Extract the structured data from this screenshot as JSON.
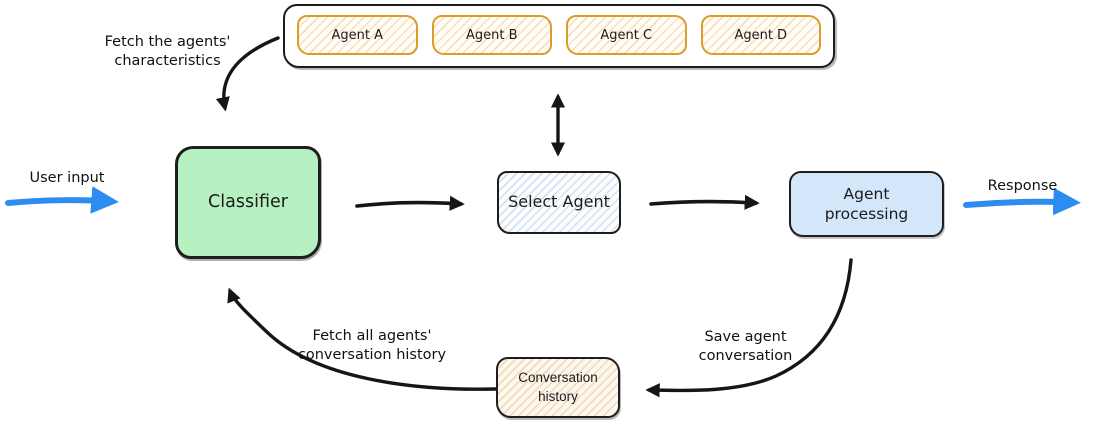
{
  "diagram": {
    "title_hint": "multi-agent orchestration flow",
    "agents_panel": {
      "items": [
        "Agent A",
        "Agent B",
        "Agent C",
        "Agent D"
      ],
      "border_color": "#1b1b1b",
      "agent_border_color": "#dd9c28"
    },
    "nodes": {
      "classifier": {
        "label": "Classifier",
        "fill": "#b7f1c1"
      },
      "select_agent": {
        "label": "Select Agent",
        "fill": "#eef4fb"
      },
      "agent_processing": {
        "label": "Agent\nprocessing",
        "fill": "#d4e6f9"
      },
      "conversation_history": {
        "label": "Conversation\nhistory",
        "fill": "#fdf7ee"
      }
    },
    "edges": {
      "user_input": {
        "label": "User input",
        "color": "#2d8cf0",
        "direction": "into classifier"
      },
      "response": {
        "label": "Response",
        "color": "#2d8cf0",
        "direction": "out of agent processing"
      },
      "classifier_to_select": {
        "label": "",
        "color": "#161616"
      },
      "select_to_processing": {
        "label": "",
        "color": "#161616"
      },
      "select_agents_bidirectional": {
        "label": "",
        "color": "#161616"
      },
      "fetch_characteristics": {
        "label": "Fetch the agents'\ncharacteristics",
        "color": "#161616"
      },
      "fetch_history": {
        "label": "Fetch all agents'\nconversation history",
        "color": "#161616"
      },
      "save_conversation": {
        "label": "Save agent\nconversation",
        "color": "#161616"
      }
    },
    "colors": {
      "background": "#ffffff",
      "stroke": "#161616",
      "accent_blue_arrow": "#2d8cf0",
      "agent_orange": "#dd9c28",
      "classifier_green": "#b7f1c1",
      "processing_blue": "#d4e6f9",
      "history_tan": "#fdf7ee"
    }
  }
}
